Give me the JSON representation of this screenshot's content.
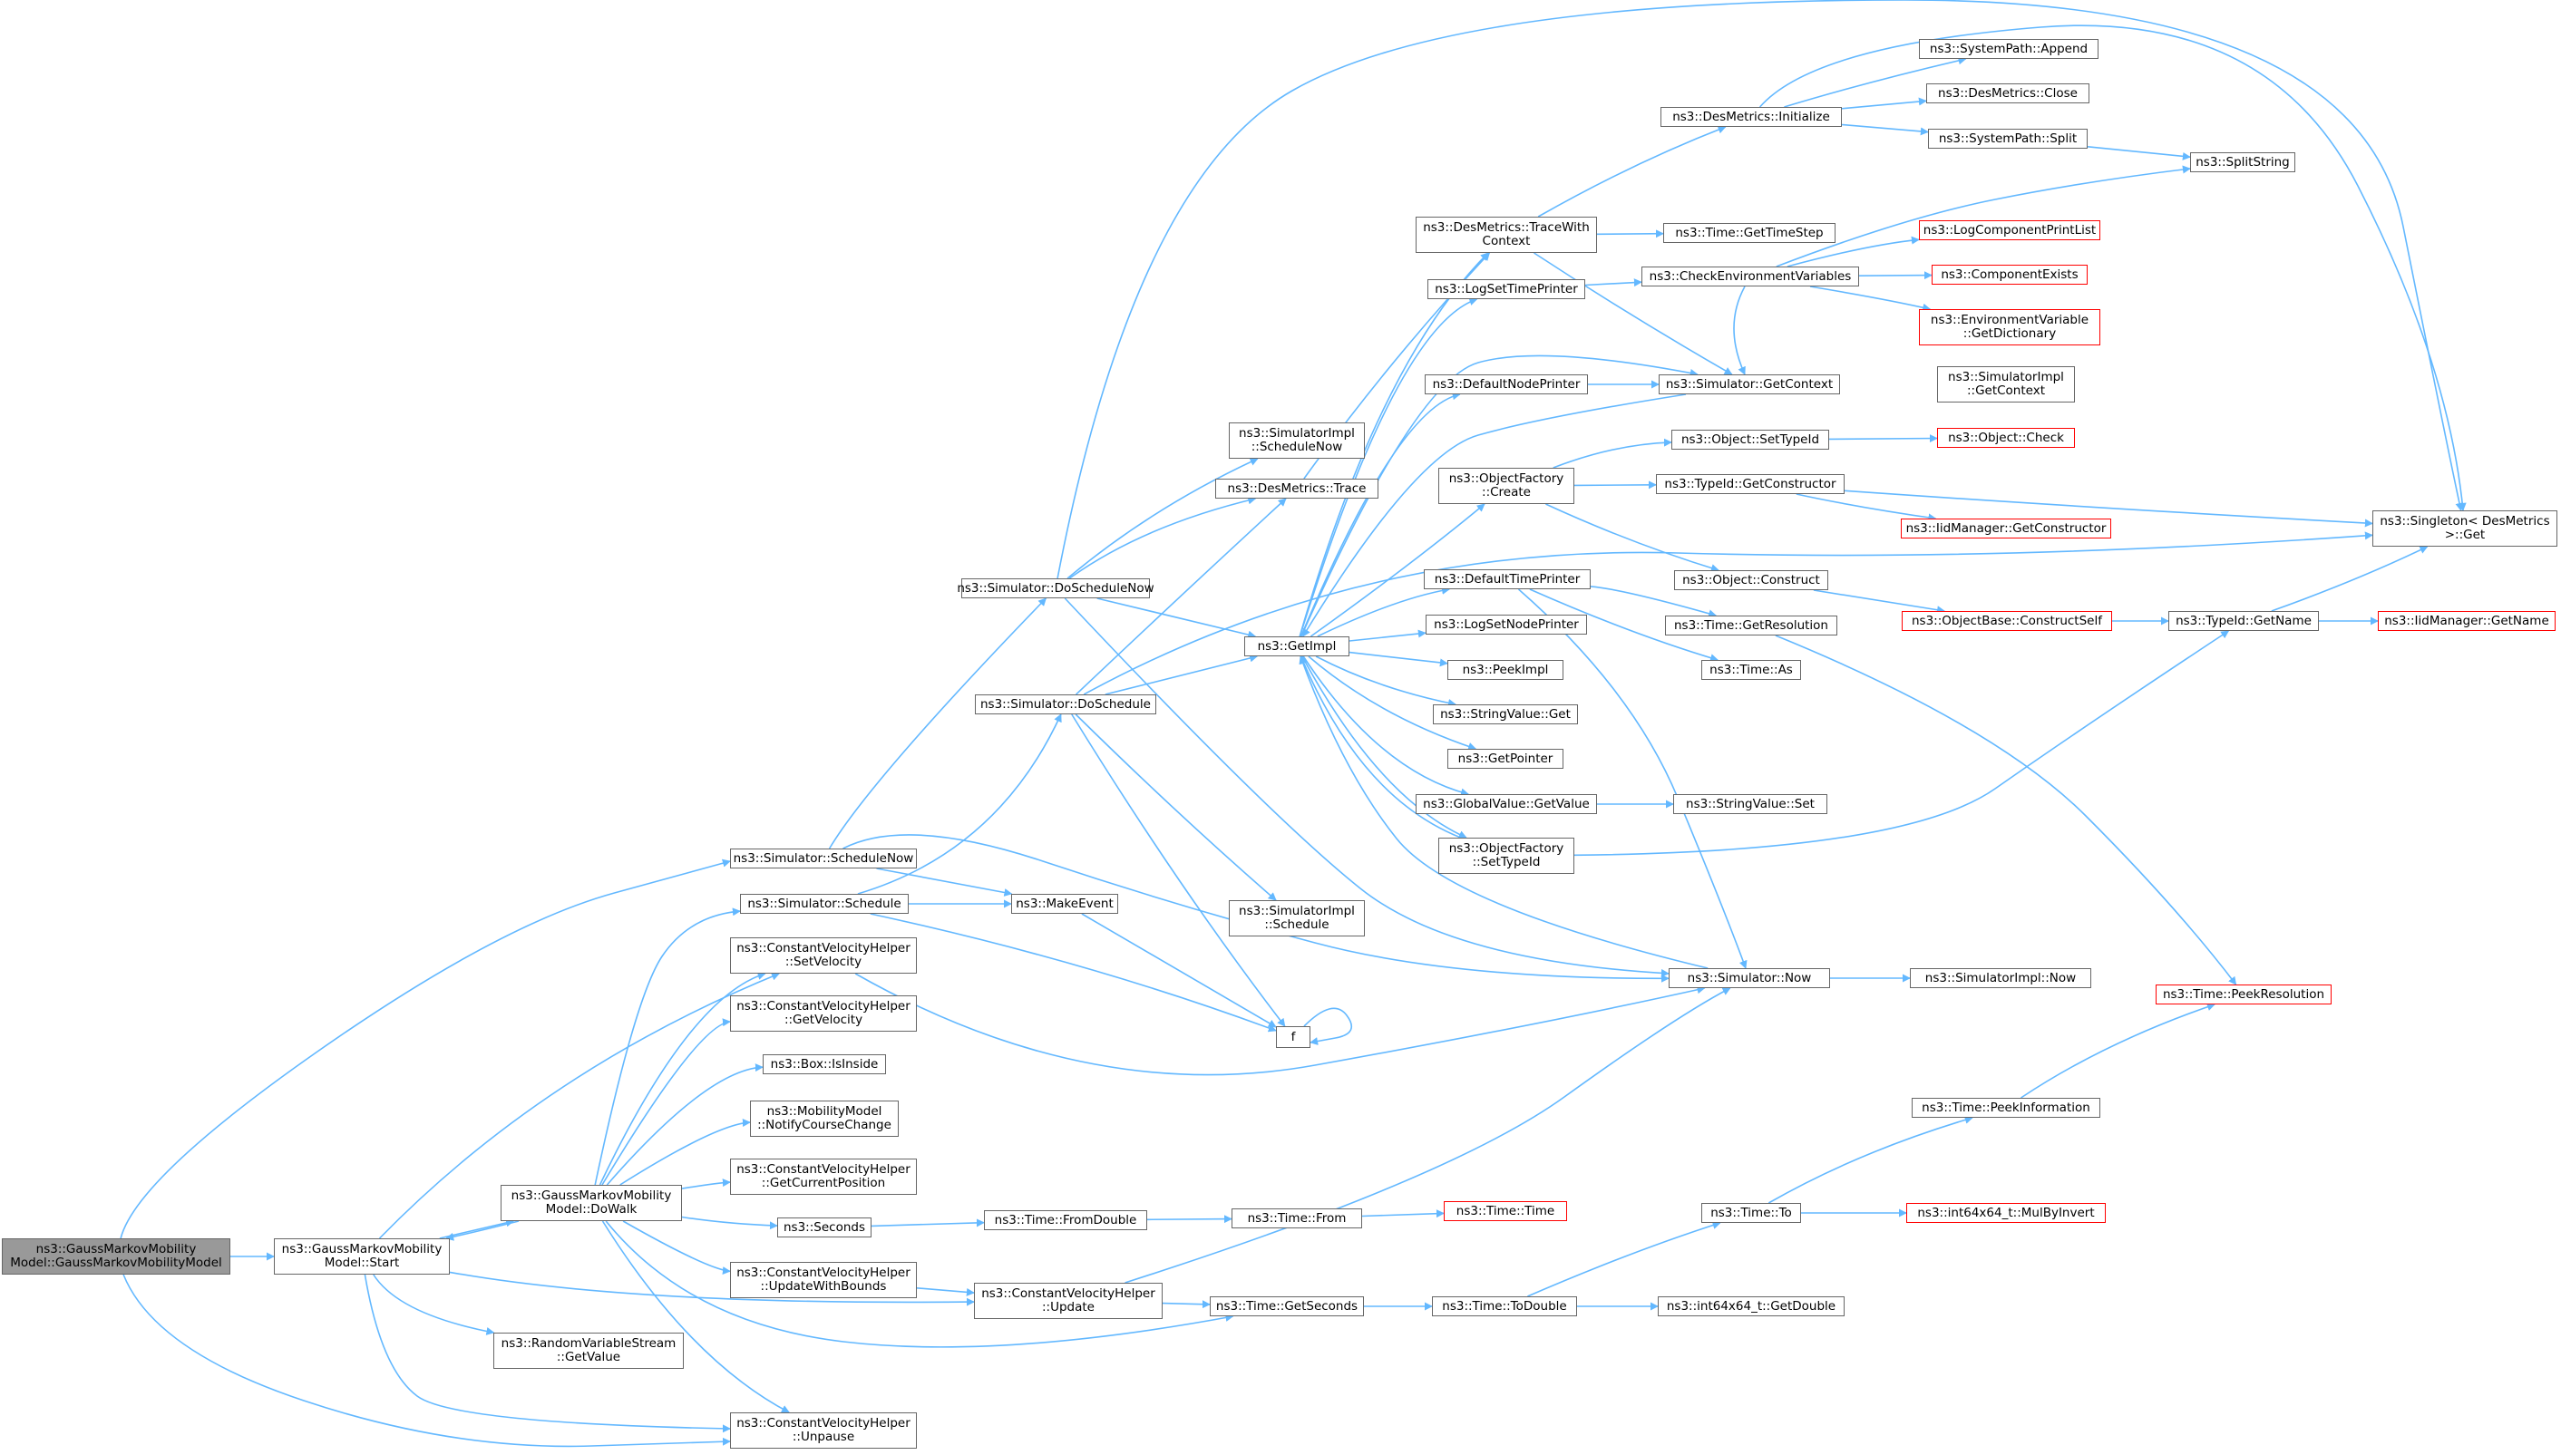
{
  "colors": {
    "edge": "#63b8ff",
    "border": "#666666",
    "border_missing": "#ff0000",
    "root_fill": "#999999",
    "background": "#ffffff"
  },
  "nodes": [
    {
      "id": "root",
      "label": "ns3::GaussMarkovMobility\nModel::GaussMarkovMobilityModel",
      "style": "root"
    },
    {
      "id": "start",
      "label": "ns3::GaussMarkovMobility\nModel::Start"
    },
    {
      "id": "dowalk",
      "label": "ns3::GaussMarkovMobility\nModel::DoWalk"
    },
    {
      "id": "rvs",
      "label": "ns3::RandomVariableStream\n::GetValue"
    },
    {
      "id": "unpause",
      "label": "ns3::ConstantVelocityHelper\n::Unpause"
    },
    {
      "id": "schednow",
      "label": "ns3::Simulator::ScheduleNow"
    },
    {
      "id": "schedule",
      "label": "ns3::Simulator::Schedule"
    },
    {
      "id": "setvel",
      "label": "ns3::ConstantVelocityHelper\n::SetVelocity"
    },
    {
      "id": "getvel",
      "label": "ns3::ConstantVelocityHelper\n::GetVelocity"
    },
    {
      "id": "isinside",
      "label": "ns3::Box::IsInside"
    },
    {
      "id": "notify",
      "label": "ns3::MobilityModel\n::NotifyCourseChange"
    },
    {
      "id": "curpos",
      "label": "ns3::ConstantVelocityHelper\n::GetCurrentPosition"
    },
    {
      "id": "seconds",
      "label": "ns3::Seconds"
    },
    {
      "id": "updbounds",
      "label": "ns3::ConstantVelocityHelper\n::UpdateWithBounds"
    },
    {
      "id": "update",
      "label": "ns3::ConstantVelocityHelper\n::Update"
    },
    {
      "id": "dosnow",
      "label": "ns3::Simulator::DoScheduleNow"
    },
    {
      "id": "dosched",
      "label": "ns3::Simulator::DoSchedule"
    },
    {
      "id": "makeevent",
      "label": "ns3::MakeEvent"
    },
    {
      "id": "f",
      "label": "f"
    },
    {
      "id": "fromdouble",
      "label": "ns3::Time::FromDouble"
    },
    {
      "id": "getseconds",
      "label": "ns3::Time::GetSeconds"
    },
    {
      "id": "implsnow",
      "label": "ns3::SimulatorImpl\n::ScheduleNow"
    },
    {
      "id": "dmtrace",
      "label": "ns3::DesMetrics::Trace"
    },
    {
      "id": "getimpl",
      "label": "ns3::GetImpl"
    },
    {
      "id": "implsched",
      "label": "ns3::SimulatorImpl\n::Schedule"
    },
    {
      "id": "timefrom",
      "label": "ns3::Time::From"
    },
    {
      "id": "todouble",
      "label": "ns3::Time::ToDouble"
    },
    {
      "id": "dmtwc",
      "label": "ns3::DesMetrics::TraceWith\nContext"
    },
    {
      "id": "logstp",
      "label": "ns3::LogSetTimePrinter"
    },
    {
      "id": "defnode",
      "label": "ns3::DefaultNodePrinter"
    },
    {
      "id": "ofcreate",
      "label": "ns3::ObjectFactory\n::Create"
    },
    {
      "id": "deftime",
      "label": "ns3::DefaultTimePrinter"
    },
    {
      "id": "logsnp",
      "label": "ns3::LogSetNodePrinter"
    },
    {
      "id": "peekimpl",
      "label": "ns3::PeekImpl"
    },
    {
      "id": "svget",
      "label": "ns3::StringValue::Get"
    },
    {
      "id": "getptr",
      "label": "ns3::GetPointer"
    },
    {
      "id": "gvget",
      "label": "ns3::GlobalValue::GetValue"
    },
    {
      "id": "ofset",
      "label": "ns3::ObjectFactory\n::SetTypeId"
    },
    {
      "id": "timetime",
      "label": "ns3::Time::Time",
      "style": "missing"
    },
    {
      "id": "dminit",
      "label": "ns3::DesMetrics::Initialize"
    },
    {
      "id": "gettimestep",
      "label": "ns3::Time::GetTimeStep"
    },
    {
      "id": "checkenv",
      "label": "ns3::CheckEnvironmentVariables"
    },
    {
      "id": "simctx",
      "label": "ns3::Simulator::GetContext"
    },
    {
      "id": "objsettid",
      "label": "ns3::Object::SetTypeId"
    },
    {
      "id": "tidctor",
      "label": "ns3::TypeId::GetConstructor"
    },
    {
      "id": "objconstruct",
      "label": "ns3::Object::Construct"
    },
    {
      "id": "getres",
      "label": "ns3::Time::GetResolution"
    },
    {
      "id": "timeas",
      "label": "ns3::Time::As"
    },
    {
      "id": "svset",
      "label": "ns3::StringValue::Set"
    },
    {
      "id": "simnow",
      "label": "ns3::Simulator::Now"
    },
    {
      "id": "timeto",
      "label": "ns3::Time::To"
    },
    {
      "id": "i64getdouble",
      "label": "ns3::int64x64_t::GetDouble"
    },
    {
      "id": "spappend",
      "label": "ns3::SystemPath::Append"
    },
    {
      "id": "dmclose",
      "label": "ns3::DesMetrics::Close"
    },
    {
      "id": "spsplit",
      "label": "ns3::SystemPath::Split"
    },
    {
      "id": "logcpl",
      "label": "ns3::LogComponentPrintList",
      "style": "missing"
    },
    {
      "id": "compexists",
      "label": "ns3::ComponentExists",
      "style": "missing"
    },
    {
      "id": "envdict",
      "label": "ns3::EnvironmentVariable\n::GetDictionary",
      "style": "missing"
    },
    {
      "id": "implctx",
      "label": "ns3::SimulatorImpl\n::GetContext"
    },
    {
      "id": "objcheck",
      "label": "ns3::Object::Check",
      "style": "missing"
    },
    {
      "id": "iidctor",
      "label": "ns3::IidManager::GetConstructor",
      "style": "missing"
    },
    {
      "id": "obconstructself",
      "label": "ns3::ObjectBase::ConstructSelf",
      "style": "missing"
    },
    {
      "id": "implnow",
      "label": "ns3::SimulatorImpl::Now"
    },
    {
      "id": "peekinfo",
      "label": "ns3::Time::PeekInformation"
    },
    {
      "id": "mulbyinv",
      "label": "ns3::int64x64_t::MulByInvert",
      "style": "missing"
    },
    {
      "id": "splitstring",
      "label": "ns3::SplitString"
    },
    {
      "id": "singleton",
      "label": "ns3::Singleton< DesMetrics\n>::Get"
    },
    {
      "id": "tidgetname",
      "label": "ns3::TypeId::GetName"
    },
    {
      "id": "peekres",
      "label": "ns3::Time::PeekResolution",
      "style": "missing"
    },
    {
      "id": "iidgetname",
      "label": "ns3::IidManager::GetName",
      "style": "missing"
    }
  ]
}
